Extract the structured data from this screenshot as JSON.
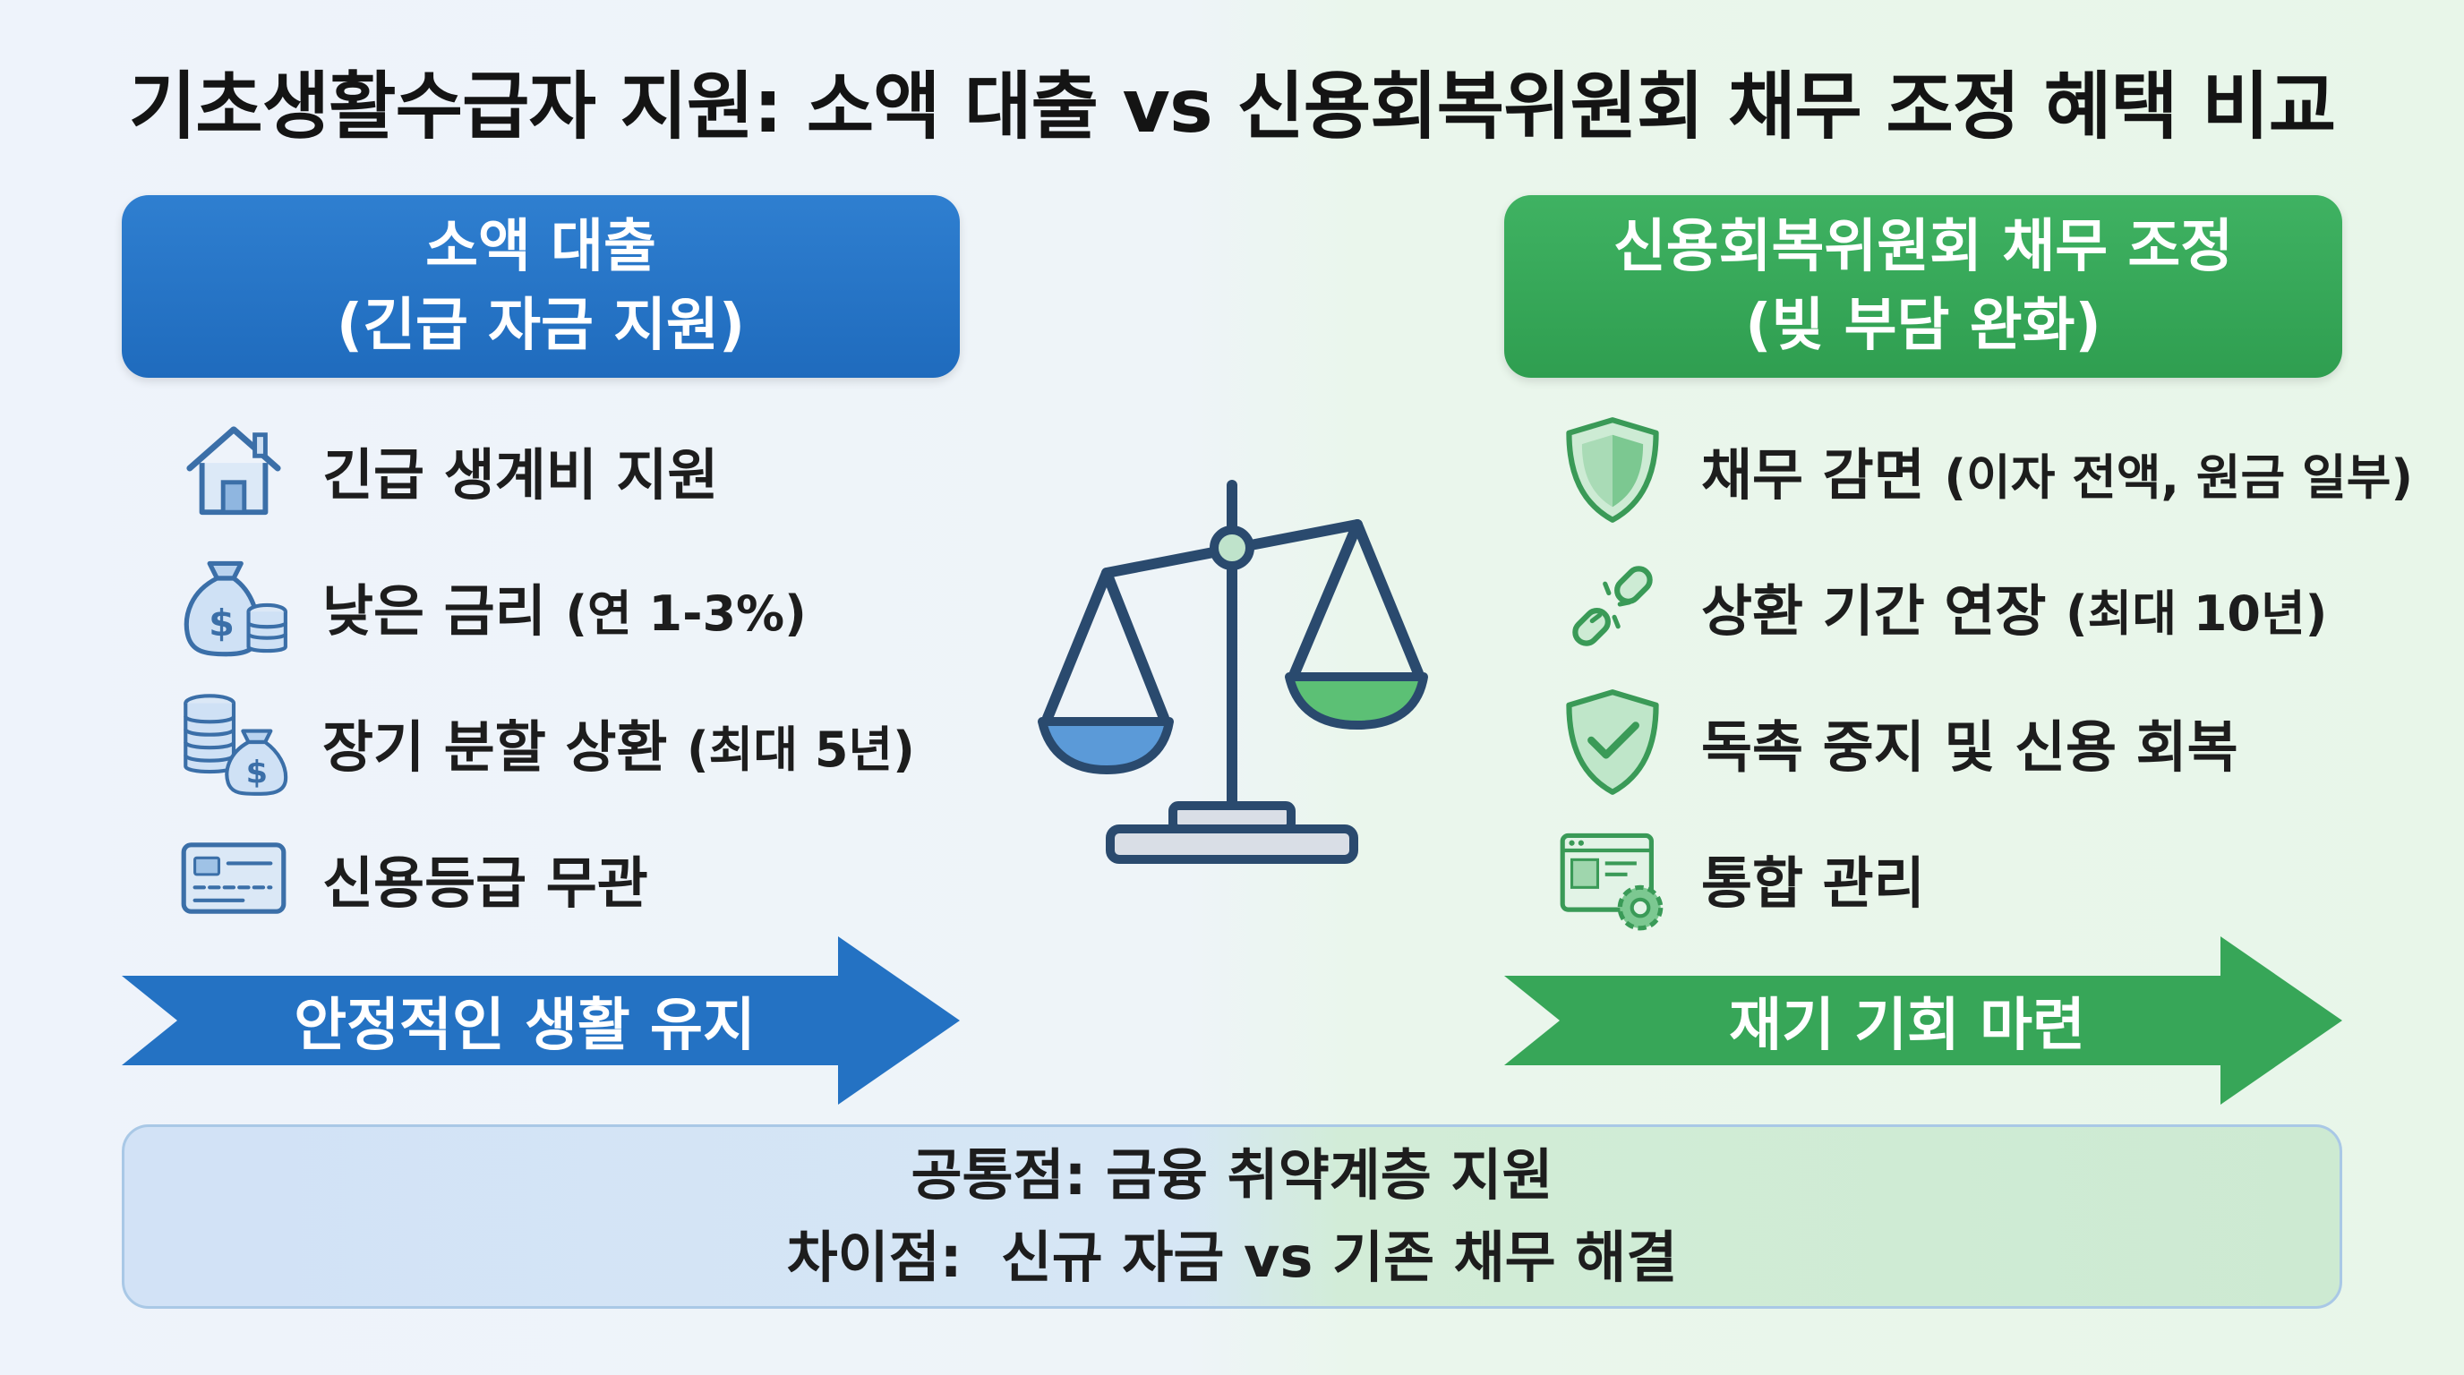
{
  "title": "기초생활수급자 지원: 소액 대출 vs 신용회복위원회 채무 조정 혜택 비교",
  "colors": {
    "blue": "#2472c3",
    "green": "#37a658",
    "navy": "#2a4a6e"
  },
  "left": {
    "header_line1": "소액 대출",
    "header_line2": "(긴급 자금 지원)",
    "items": [
      {
        "icon": "house-icon",
        "text": "긴급 생계비 지원",
        "sub": ""
      },
      {
        "icon": "money-bag-coins-icon",
        "text": "낮은 금리 ",
        "sub": "(연 1-3%)"
      },
      {
        "icon": "coins-money-bag-icon",
        "text": "장기 분할 상환 ",
        "sub": "(최대 5년)"
      },
      {
        "icon": "id-card-icon",
        "text": "신용등급 무관",
        "sub": ""
      }
    ],
    "arrow_label": "안정적인 생활 유지"
  },
  "right": {
    "header_line1": "신용회복위원회 채무 조정",
    "header_line2": "(빚 부담 완화)",
    "items": [
      {
        "icon": "shield-icon",
        "text": "채무 감면 ",
        "sub": "(이자 전액, 원금 일부)"
      },
      {
        "icon": "broken-chain-icon",
        "text": "상환 기간 연장 ",
        "sub": "(최대 10년)"
      },
      {
        "icon": "shield-check-icon",
        "text": "독촉 중지 및 신용 회복",
        "sub": ""
      },
      {
        "icon": "window-gear-icon",
        "text": "통합 관리",
        "sub": ""
      }
    ],
    "arrow_label": "재기 기회 마련"
  },
  "center_icon": "balance-scale-icon",
  "summary": {
    "line1": "공통점: 금융 취약계층 지원",
    "line2": "차이점:  신규 자금 vs 기존 채무 해결"
  }
}
